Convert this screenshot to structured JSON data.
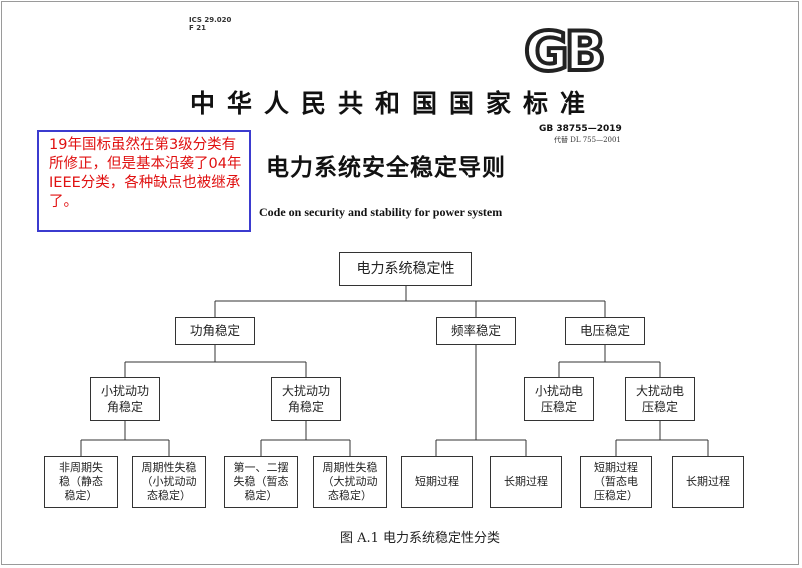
{
  "header": {
    "ics_code": "ICS 29.020",
    "class_code": "F 21",
    "logo_text": "GB",
    "standard_title": "中华人民共和国国家标准",
    "standard_number": "GB 38755—2019",
    "replaces": "代替 DL 755—2001",
    "doc_title": "电力系统安全稳定导则",
    "doc_subtitle": "Code on security and stability for power system"
  },
  "annotation": {
    "text": "19年国标虽然在第3级分类有所修正，但是基本沿袭了04年IEEE分类，各种缺点也被继承了。",
    "text_color": "#e01010",
    "border_color": "#3b3bcf"
  },
  "diagram": {
    "root": "电力系统稳定性",
    "angle": "功角稳定",
    "frequency": "频率稳定",
    "voltage": "电压稳定",
    "angle_small": "小扰动功角稳定",
    "angle_large": "大扰动功角稳定",
    "voltage_small": "小扰动电压稳定",
    "voltage_large": "大扰动电压稳定",
    "angle_small_a": "非周期失稳（静态稳定）",
    "angle_small_b": "周期性失稳（小扰动动态稳定）",
    "angle_large_a": "第一、二摆失稳（暂态稳定）",
    "angle_large_b": "周期性失稳（大扰动动态稳定）",
    "freq_short": "短期过程",
    "freq_long": "长期过程",
    "volt_short": "短期过程（暂态电压稳定）",
    "volt_long": "长期过程",
    "caption": "图 A.1  电力系统稳定性分类"
  }
}
